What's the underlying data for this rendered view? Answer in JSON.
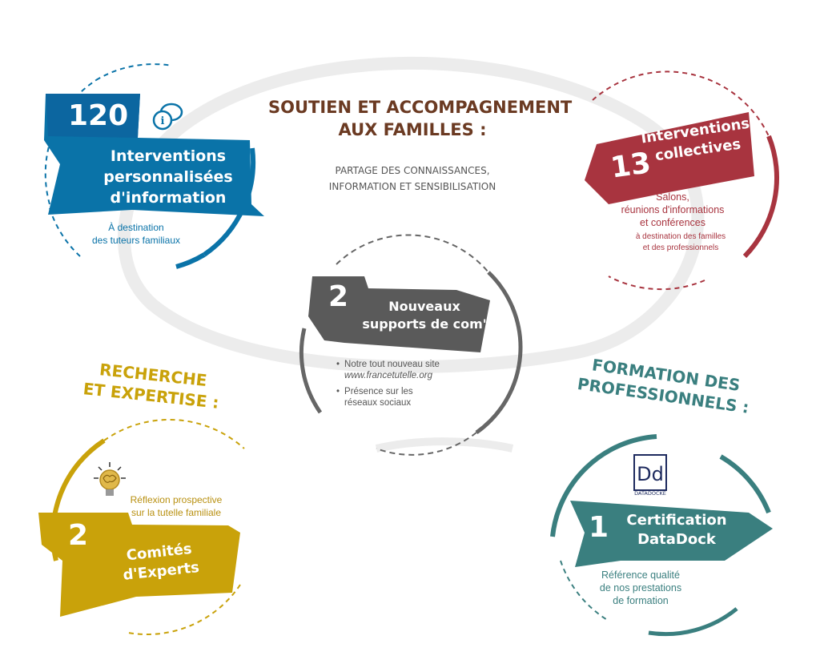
{
  "colors": {
    "blue": "#0a73a8",
    "red": "#a8343f",
    "gray": "#5a5a5a",
    "gold": "#c9a20a",
    "teal": "#3a7f7f",
    "brown": "#6b3a22",
    "light_gray": "#e6e6e6"
  },
  "header": {
    "title_line1": "SOUTIEN ET ACCOMPAGNEMENT",
    "title_line2": "AUX FAMILLES :",
    "subtitle_line1": "PARTAGE DES CONNAISSANCES,",
    "subtitle_line2": "INFORMATION ET SENSIBILISATION"
  },
  "blue_block": {
    "number": "120",
    "label_line1": "Interventions",
    "label_line2": "personnalisées",
    "label_line3": "d'information",
    "note_line1": "À destination",
    "note_line2": "des tuteurs familiaux",
    "icon": "info-chat-icon"
  },
  "red_block": {
    "number": "13",
    "label_line1": "Interventions",
    "label_line2": "collectives",
    "desc_line1": "Salons,",
    "desc_line2": "réunions d'informations",
    "desc_line3": "et conférences",
    "note_line1": "à destination des familles",
    "note_line2": "et des professionnels"
  },
  "gray_block": {
    "number": "2",
    "label_line1": "Nouveaux",
    "label_line2": "supports de com'",
    "bullet1_line1": "Notre tout nouveau site",
    "bullet1_line2": "www.francetutelle.org",
    "bullet2_line1": "Présence sur les",
    "bullet2_line2": "réseaux sociaux"
  },
  "gold_block": {
    "heading_line1": "RECHERCHE",
    "heading_line2": "ET EXPERTISE :",
    "desc_line1": "Réflexion prospective",
    "desc_line2": "sur la tutelle familiale",
    "number": "2",
    "label_line1": "Comités",
    "label_line2": "d'Experts",
    "icon": "lightbulb-brain-icon"
  },
  "teal_block": {
    "heading_line1": "FORMATION DES",
    "heading_line2": "PROFESSIONNELS :",
    "number": "1",
    "label_line1": "Certification",
    "label_line2": "DataDock",
    "desc_line1": "Référence qualité",
    "desc_line2": "de nos prestations",
    "desc_line3": "de formation",
    "logo_text": "DATADOCKÉ",
    "logo_letters": "Dd"
  }
}
